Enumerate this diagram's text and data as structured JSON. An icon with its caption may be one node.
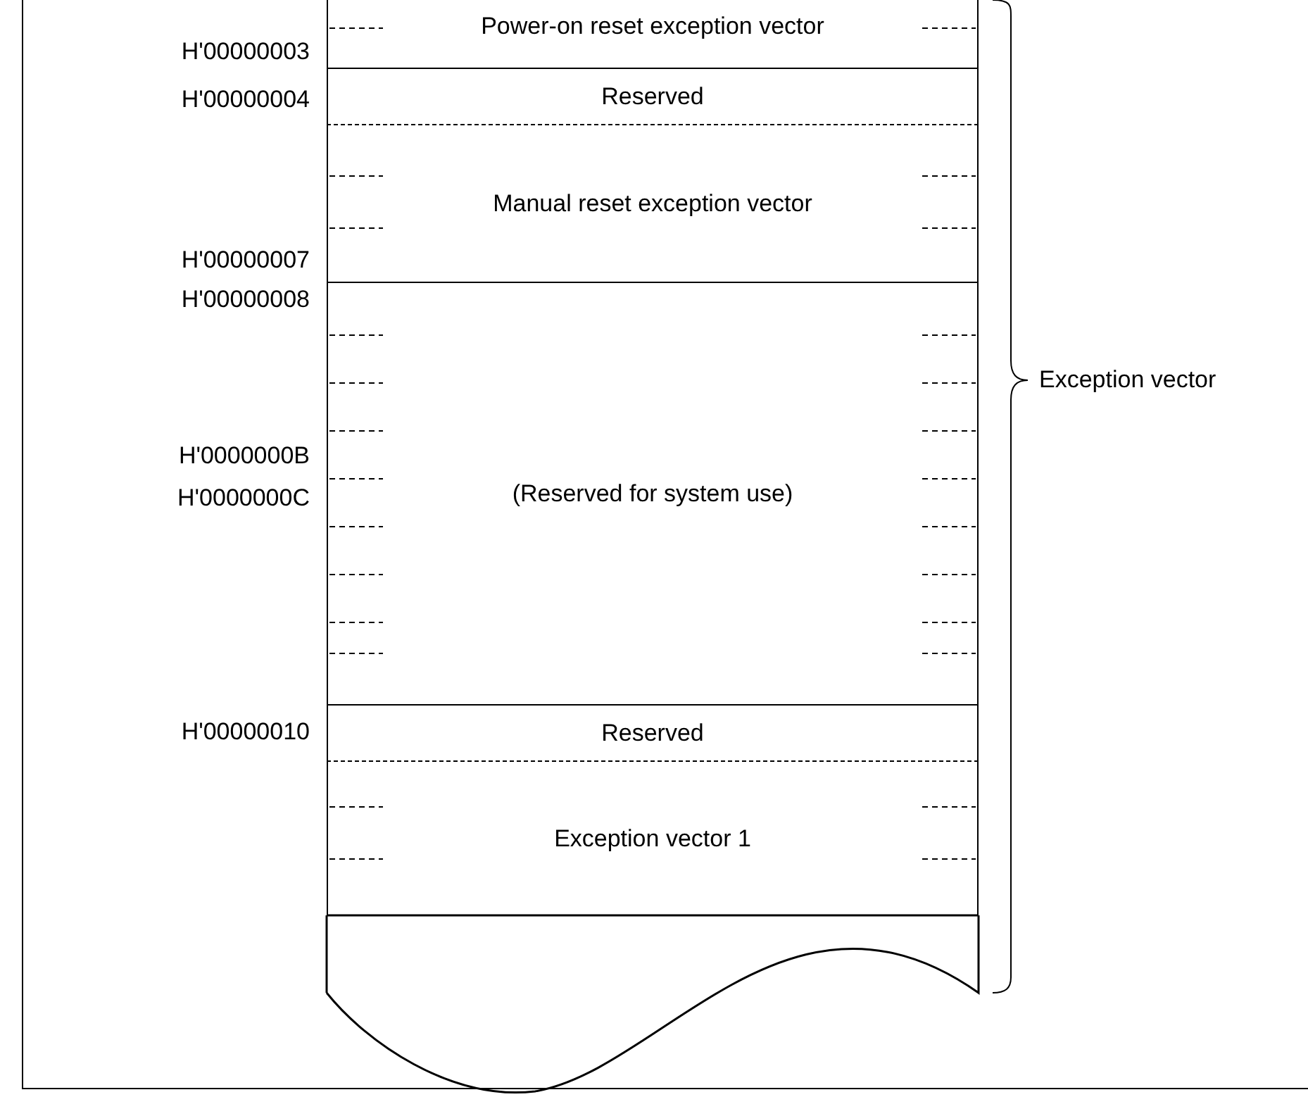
{
  "diagram": {
    "nodes": [
      {
        "text": [
          "Power-on reset exception vector"
        ]
      },
      {
        "text": [
          "Reserved"
        ]
      },
      {
        "text": [
          "Manual reset exception vector"
        ]
      },
      {
        "text": [
          "(Reserved for system use)"
        ]
      },
      {
        "text": [
          "Reserved"
        ]
      },
      {
        "text": [
          "Exception vector 1"
        ]
      }
    ],
    "edges": [],
    "labels": [
      "H'00000003",
      "H'00000004",
      "H'00000007",
      "H'00000008",
      "H'0000000B",
      "H'0000000C",
      "H'00000010",
      "Exception vector"
    ]
  }
}
